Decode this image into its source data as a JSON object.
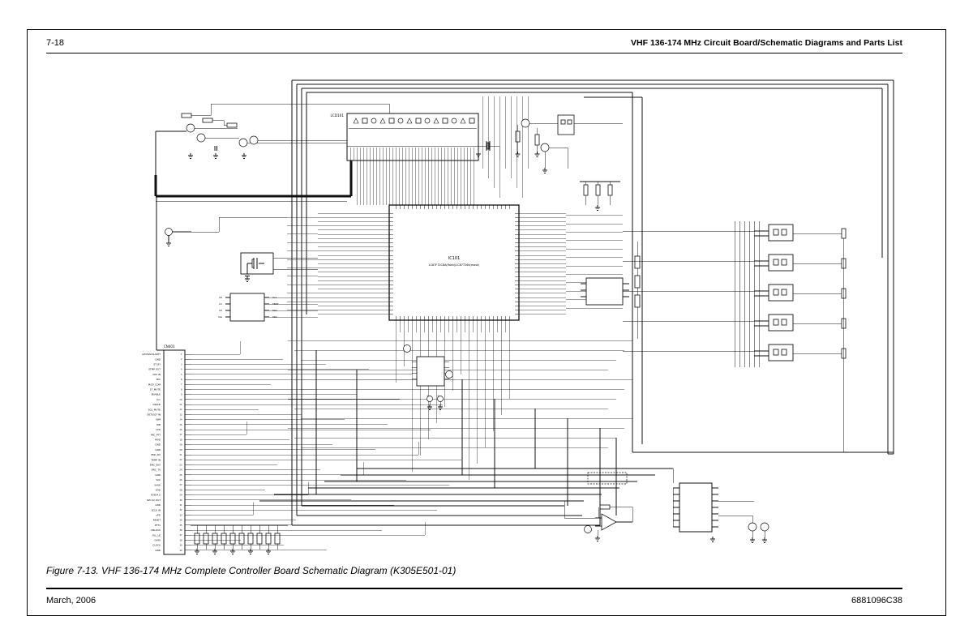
{
  "page": {
    "header": {
      "page_number": "7-18",
      "title": "VHF 136-174 MHz Circuit Board/Schematic Diagrams and Parts List"
    },
    "caption": "Figure 7-13. VHF 136-174 MHz Complete Controller Board Schematic Diagram (K305E501-01)",
    "footer": {
      "date": "March, 2006",
      "doc_number": "6881096C38"
    }
  },
  "schematic": {
    "lcd": {
      "ref": "LCD101"
    },
    "mcu": {
      "ref": "IC101",
      "part": "LC87F72C8A(flash)/LC877264(mask)"
    },
    "cn401": {
      "ref": "CN401",
      "pins": [
        "A/M BACKLIGHT",
        "GND",
        "ST_BY",
        "STMP OUT",
        "VOX IN",
        "MIC",
        "MOD_COM",
        "5T_MUTE",
        "ENABLE",
        "Vcc",
        "GN/AD",
        "SQL_MUTE",
        "DET/SQ7 IN",
        "N/M",
        "WB",
        "10Q",
        "MIC_PTT",
        "PWD",
        "GND",
        "GND",
        "ENC_RX",
        "TEMP IN",
        "ENC_EAS",
        "ENC_TX",
        "GND",
        "VAC",
        "SAVE",
        "VDD",
        "R/SD4.5",
        "SW Vol OUT",
        "GND",
        "SCLK IN",
        "uPD",
        "RESET",
        "PTT1",
        "UNLOCK",
        "PLL_LE",
        "DATA",
        "CLOCK",
        "GND"
      ]
    },
    "eeprom": {
      "left_pins": [
        "A0",
        "A1",
        "A2",
        "Vss"
      ],
      "right_pins": [
        "Vcc",
        "TEST",
        "SCL",
        "SDA"
      ]
    }
  }
}
